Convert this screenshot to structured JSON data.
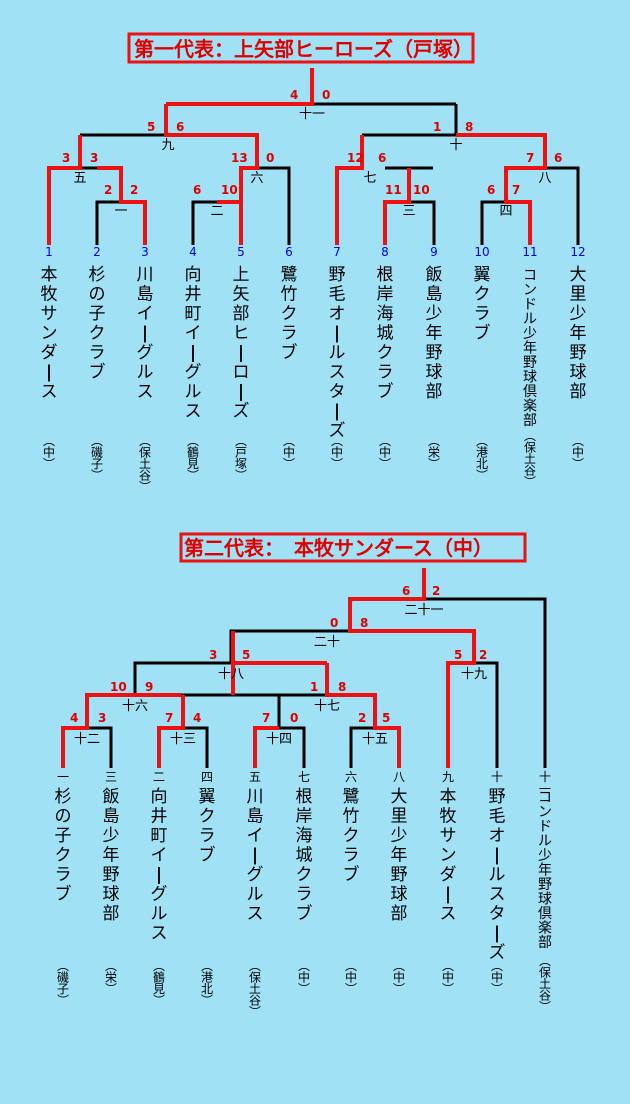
{
  "bracket1": {
    "title": "第一代表：上矢部ヒーローズ（戸塚）",
    "teams": [
      {
        "seed": "1",
        "name": "本牧サンダース",
        "district": "（中）"
      },
      {
        "seed": "2",
        "name": "杉の子クラブ",
        "district": "（磯子）"
      },
      {
        "seed": "3",
        "name": "川島イーグルス",
        "district": "（保土谷）"
      },
      {
        "seed": "4",
        "name": "向井町イーグルス",
        "district": "（鶴見）"
      },
      {
        "seed": "5",
        "name": "上矢部ヒーローズ",
        "district": "（戸塚）"
      },
      {
        "seed": "6",
        "name": "鷺竹クラブ",
        "district": "（中）"
      },
      {
        "seed": "7",
        "name": "野毛オールスターズ",
        "district": "（中）"
      },
      {
        "seed": "8",
        "name": "根岸海城クラブ",
        "district": "（中）"
      },
      {
        "seed": "9",
        "name": "飯島少年野球部",
        "district": "（栄）"
      },
      {
        "seed": "10",
        "name": "翼クラブ",
        "district": "（港北）"
      },
      {
        "seed": "11",
        "name": "コンドル少年野球倶楽部",
        "district": "（保土谷）"
      },
      {
        "seed": "12",
        "name": "大里少年野球部",
        "district": "（中）"
      }
    ],
    "matches": [
      {
        "label": "一",
        "score_left": "",
        "score_right": "2"
      },
      {
        "label": "二",
        "score_left": "6",
        "score_right": "10"
      },
      {
        "label": "三",
        "score_left": "11",
        "score_right": "10"
      },
      {
        "label": "四",
        "score_left": "6",
        "score_right": "7"
      },
      {
        "label": "五",
        "score_left": "3",
        "score_right": "3"
      },
      {
        "label": "六",
        "score_left": "13",
        "score_right": "0"
      },
      {
        "label": "七",
        "score_left": "12",
        "score_right": "6"
      },
      {
        "label": "八",
        "score_left": "7",
        "score_right": "6"
      },
      {
        "label": "九",
        "score_left": "5",
        "score_right": "6"
      },
      {
        "label": "十",
        "score_left": "1",
        "score_right": "8"
      },
      {
        "label": "十一",
        "score_left": "4",
        "score_right": "0"
      }
    ],
    "extra_scores": [
      "2"
    ]
  },
  "bracket2": {
    "title": "第二代表：　本牧サンダース（中）",
    "teams": [
      {
        "slot": "一",
        "name": "杉の子クラブ",
        "district": "（磯子）"
      },
      {
        "slot": "三",
        "name": "飯島少年野球部",
        "district": "（栄）"
      },
      {
        "slot": "二",
        "name": "向井町イーグルス",
        "district": "（鶴見）"
      },
      {
        "slot": "四",
        "name": "翼クラブ",
        "district": "（港北）"
      },
      {
        "slot": "五",
        "name": "川島イーグルス",
        "district": "（保土谷）"
      },
      {
        "slot": "七",
        "name": "根岸海城クラブ",
        "district": "（中）"
      },
      {
        "slot": "六",
        "name": "鷺竹クラブ",
        "district": "（中）"
      },
      {
        "slot": "八",
        "name": "大里少年野球部",
        "district": "（中）"
      },
      {
        "slot": "九",
        "name": "本牧サンダース",
        "district": "（中）"
      },
      {
        "slot": "十",
        "name": "野毛オールスターズ",
        "district": "（中）"
      },
      {
        "slot": "十一",
        "name": "コンドル少年野球倶楽部",
        "district": "（保土谷）"
      }
    ],
    "matches": [
      {
        "label": "十二",
        "score_left": "4",
        "score_right": "3"
      },
      {
        "label": "十三",
        "score_left": "7",
        "score_right": "4"
      },
      {
        "label": "十四",
        "score_left": "7",
        "score_right": "0"
      },
      {
        "label": "十五",
        "score_left": "2",
        "score_right": "5"
      },
      {
        "label": "十六",
        "score_left": "10",
        "score_right": "9"
      },
      {
        "label": "十七",
        "score_left": "1",
        "score_right": "8"
      },
      {
        "label": "十八",
        "score_left": "3",
        "score_right": "5"
      },
      {
        "label": "十九",
        "score_left": "5",
        "score_right": "2"
      },
      {
        "label": "二十",
        "score_left": "0",
        "score_right": "8"
      },
      {
        "label": "二十一",
        "score_left": "6",
        "score_right": "2"
      }
    ]
  },
  "colors": {
    "background": "#a0e1f5",
    "win_line": "#ee1111",
    "line": "#000000",
    "score": "#e00000",
    "seed": "#0000ee"
  }
}
